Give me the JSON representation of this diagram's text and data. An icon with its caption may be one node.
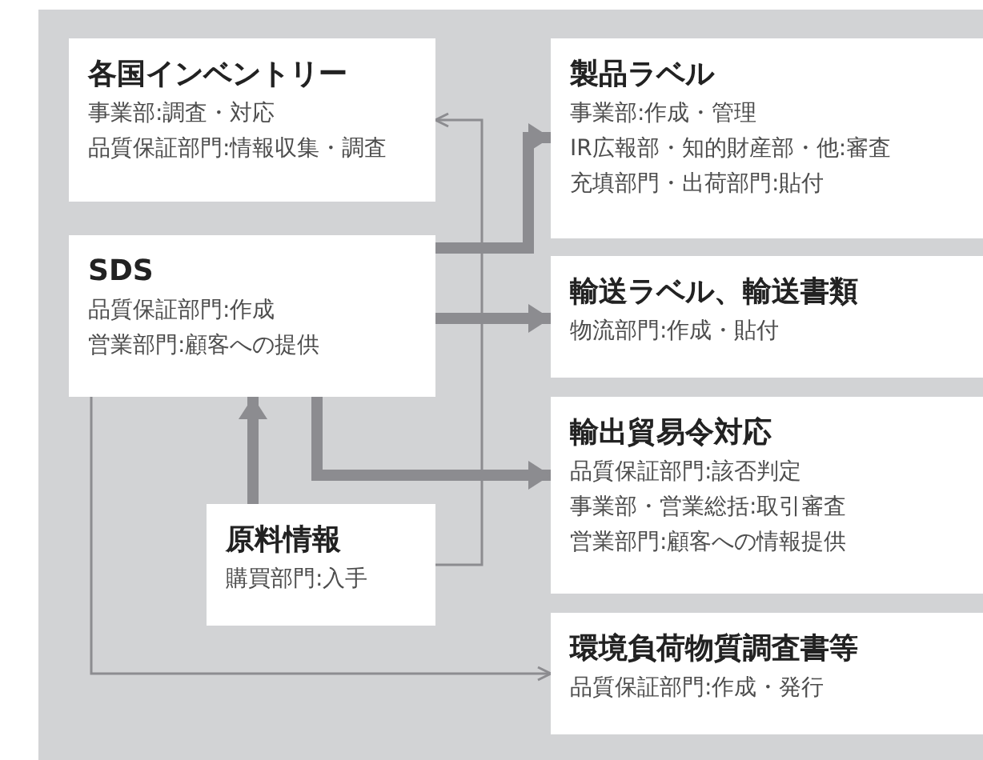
{
  "diagram": {
    "nodes": [
      {
        "text": [
          "各国インベントリー",
          "事業部:調査・対応",
          "品質保証部門:情報収集・調査"
        ]
      },
      {
        "text": [
          "SDS",
          "品質保証部門:作成",
          "営業部門:顧客への提供"
        ]
      },
      {
        "text": [
          "製品ラベル",
          "事業部:作成・管理",
          "IR広報部・知的財産部・他:審査",
          "充填部門・出荷部門:貼付"
        ]
      },
      {
        "text": [
          "輸送ラベル、輸送書類",
          "物流部門:作成・貼付"
        ]
      },
      {
        "text": [
          "輸出貿易令対応",
          "品質保証部門:該否判定",
          "事業部・営業総括:取引審査",
          "営業部門:顧客への情報提供"
        ]
      },
      {
        "text": [
          "原料情報",
          "購買部門:入手"
        ]
      },
      {
        "text": [
          "環境負荷物質調査書等",
          "品質保証部門:作成・発行"
        ]
      }
    ],
    "edges": [
      {
        "from": 1,
        "to": 2,
        "arrow": "to"
      },
      {
        "from": 1,
        "to": 3,
        "arrow": "to"
      },
      {
        "from": 1,
        "to": 4,
        "arrow": "to"
      },
      {
        "from": 5,
        "to": 1,
        "arrow": "to"
      },
      {
        "from": 5,
        "to": 0,
        "arrow": "to"
      },
      {
        "from": 1,
        "to": 6,
        "arrow": "to"
      }
    ]
  }
}
